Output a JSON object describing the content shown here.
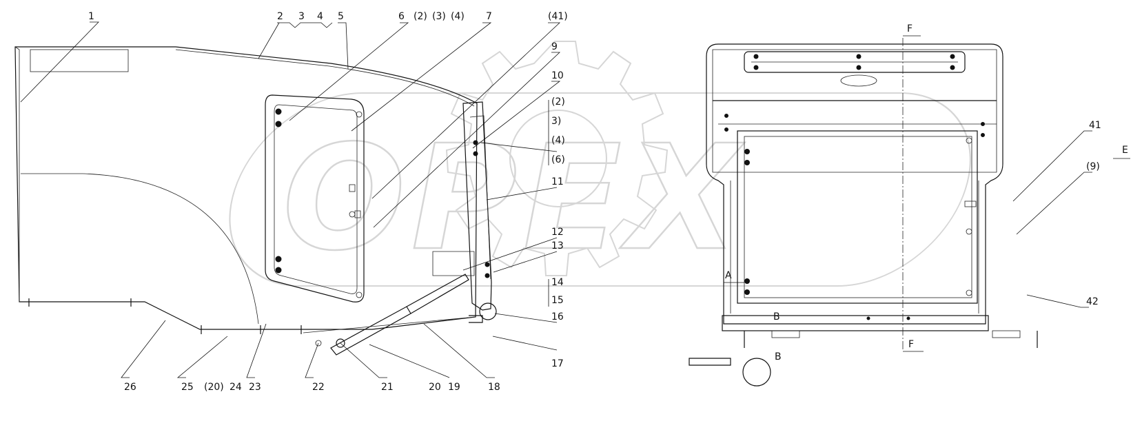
{
  "watermark": {
    "text": "OPEX"
  },
  "callouts": {
    "c1": "1",
    "c2": "2",
    "c3": "3",
    "c4": "4",
    "c5": "5",
    "c6": "6",
    "c6_2": "(2)",
    "c6_3": "(3)",
    "c6_4": "(4)",
    "c7": "7",
    "c41p": "(41)",
    "c9": "9",
    "c10": "10",
    "s2": "(2)",
    "s3": "3)",
    "s4": "(4)",
    "s6": "(6)",
    "c11": "11",
    "c12": "12",
    "c13": "13",
    "c14": "14",
    "c15": "15",
    "c16": "16",
    "c17": "17",
    "c18": "18",
    "c19": "19",
    "c20": "20",
    "c21": "21",
    "c22": "22",
    "c23": "23",
    "c24": "24",
    "c20p": "(20)",
    "c25": "25",
    "c26": "26",
    "r41": "41",
    "r9p": "(9)",
    "r42": "42"
  },
  "section_marks": {
    "f_top": "F",
    "f_bottom": "F",
    "e": "E",
    "a": "A",
    "b_top": "B",
    "b_bottom": "B"
  }
}
